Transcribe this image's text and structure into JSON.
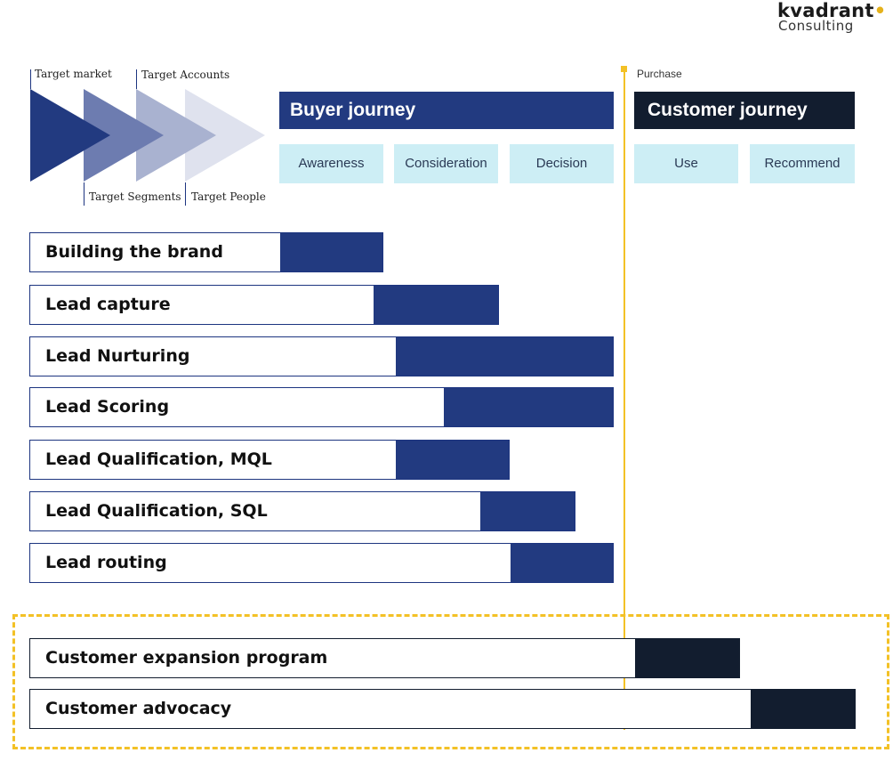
{
  "logo": {
    "name": "kvadrant",
    "sub": "Consulting"
  },
  "funnel": {
    "labels": {
      "target_market": "Target market",
      "target_accounts": "Target Accounts",
      "target_segments": "Target Segments",
      "target_people": "Target People"
    }
  },
  "purchase_label": "Purchase",
  "buyer_journey": {
    "title": "Buyer journey",
    "stages": [
      "Awareness",
      "Consideration",
      "Decision"
    ]
  },
  "customer_journey": {
    "title": "Customer journey",
    "stages": [
      "Use",
      "Recommend"
    ]
  },
  "activities": [
    {
      "label": "Building the brand"
    },
    {
      "label": "Lead capture"
    },
    {
      "label": "Lead Nurturing"
    },
    {
      "label": "Lead Scoring"
    },
    {
      "label": "Lead Qualification, MQL"
    },
    {
      "label": "Lead Qualification, SQL"
    },
    {
      "label": "Lead routing"
    }
  ],
  "customer_activities": [
    {
      "label": "Customer expansion program"
    },
    {
      "label": "Customer advocacy"
    }
  ],
  "colors": {
    "buyer": "#223a80",
    "customer": "#121d2f",
    "stage_bg": "#cdeef5",
    "purchase": "#f3c126"
  }
}
